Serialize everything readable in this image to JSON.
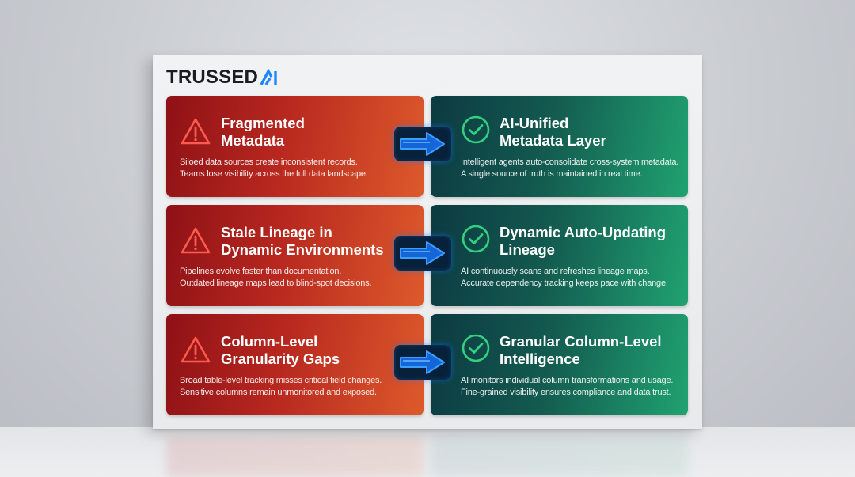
{
  "brand": {
    "name": "TRUSSED",
    "mark": "AI",
    "mark_color": "#1e88ff"
  },
  "colors": {
    "problem_gradient": [
      "#8e1116",
      "#b8281f",
      "#dd5a2b"
    ],
    "solution_gradient": [
      "#0c3a42",
      "#135a4f",
      "#20a271"
    ],
    "warning_icon": "#ff5a4e",
    "check_icon": "#35d07f",
    "arrow": "#2a8dff"
  },
  "rows": [
    {
      "problem": {
        "icon": "warning-triangle-icon",
        "title_line1": "Fragmented",
        "title_line2": "Metadata",
        "desc_line1": "Siloed data sources create inconsistent records.",
        "desc_line2": "Teams lose visibility across the full data landscape."
      },
      "arrow_icon": "arrow-right-icon",
      "solution": {
        "icon": "check-circle-icon",
        "title_line1": "AI-Unified",
        "title_line2": "Metadata Layer",
        "desc_line1": "Intelligent agents auto-consolidate cross-system metadata.",
        "desc_line2": "A single source of truth is maintained in real time."
      }
    },
    {
      "problem": {
        "icon": "warning-triangle-icon",
        "title_line1": "Stale Lineage in",
        "title_line2": "Dynamic Environments",
        "desc_line1": "Pipelines evolve faster than documentation.",
        "desc_line2": "Outdated lineage maps lead to blind-spot decisions."
      },
      "arrow_icon": "arrow-right-icon",
      "solution": {
        "icon": "check-circle-icon",
        "title_line1": "Dynamic Auto-Updating",
        "title_line2": "Lineage",
        "desc_line1": "AI continuously scans and refreshes lineage maps.",
        "desc_line2": "Accurate dependency tracking keeps pace with change."
      }
    },
    {
      "problem": {
        "icon": "warning-triangle-icon",
        "title_line1": "Column-Level",
        "title_line2": "Granularity Gaps",
        "desc_line1": "Broad table-level tracking misses critical field changes.",
        "desc_line2": "Sensitive columns remain unmonitored and exposed."
      },
      "arrow_icon": "arrow-right-icon",
      "solution": {
        "icon": "check-circle-icon",
        "title_line1": "Granular Column-Level",
        "title_line2": "Intelligence",
        "desc_line1": "AI monitors individual column transformations and usage.",
        "desc_line2": "Fine-grained visibility ensures compliance and data trust."
      }
    }
  ]
}
